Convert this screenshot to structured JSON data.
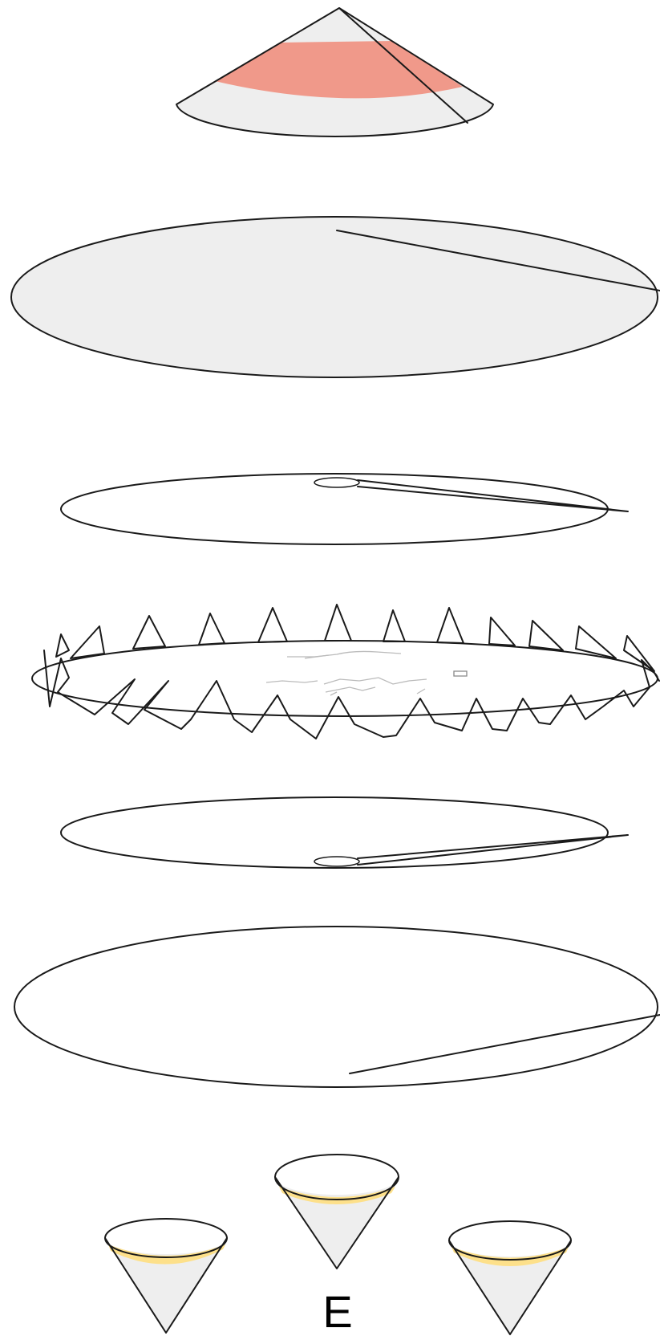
{
  "figure": {
    "label": "E",
    "colors": {
      "body_fill": "#eeeeee",
      "outline": "#1a1a1a",
      "top_cone_band": "#f0998a",
      "small_cone_band": "#fde08a",
      "spike_fill": "#cdeff2",
      "faint_text": "#bbbbbb"
    },
    "parts": [
      "top-cone",
      "large-grey-disc",
      "upper-thin-ring",
      "spiked-ring",
      "lower-thin-ring",
      "large-open-disc",
      "small-cones"
    ]
  }
}
